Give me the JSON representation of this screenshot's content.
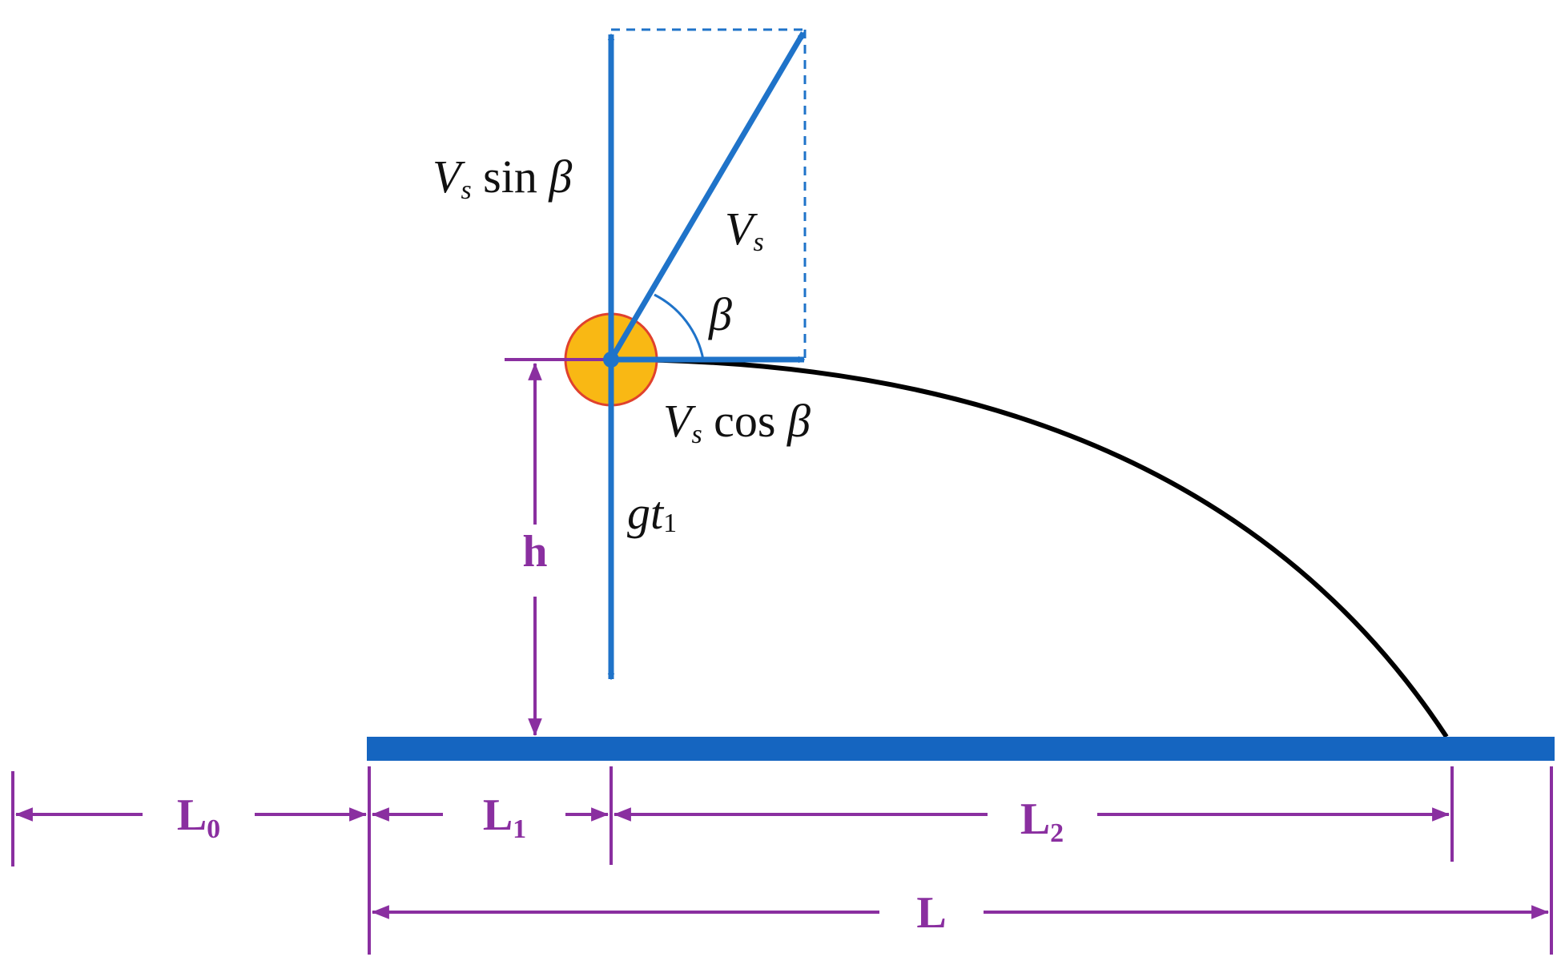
{
  "diagram": {
    "colors": {
      "vector": "#1f73c9",
      "dimension": "#8a2fa0",
      "trajectory": "#000000",
      "ball_fill": "#f9b814",
      "ball_stroke": "#e0412d",
      "platform": "#1565c0"
    },
    "labels": {
      "vs_sin": {
        "v": "V",
        "s": "s",
        "fn": " sin ",
        "beta": "β"
      },
      "vs": {
        "v": "V",
        "s": "s"
      },
      "beta": "β",
      "vs_cos": {
        "v": "V",
        "s": "s",
        "fn": " cos ",
        "beta": "β"
      },
      "gt": {
        "g": "g",
        "t": "t",
        "sub": "1"
      },
      "h": "h",
      "L0": {
        "main": "L",
        "sub": "0"
      },
      "L1": {
        "main": "L",
        "sub": "1"
      },
      "L2": {
        "main": "L",
        "sub": "2"
      },
      "L": "L"
    }
  }
}
